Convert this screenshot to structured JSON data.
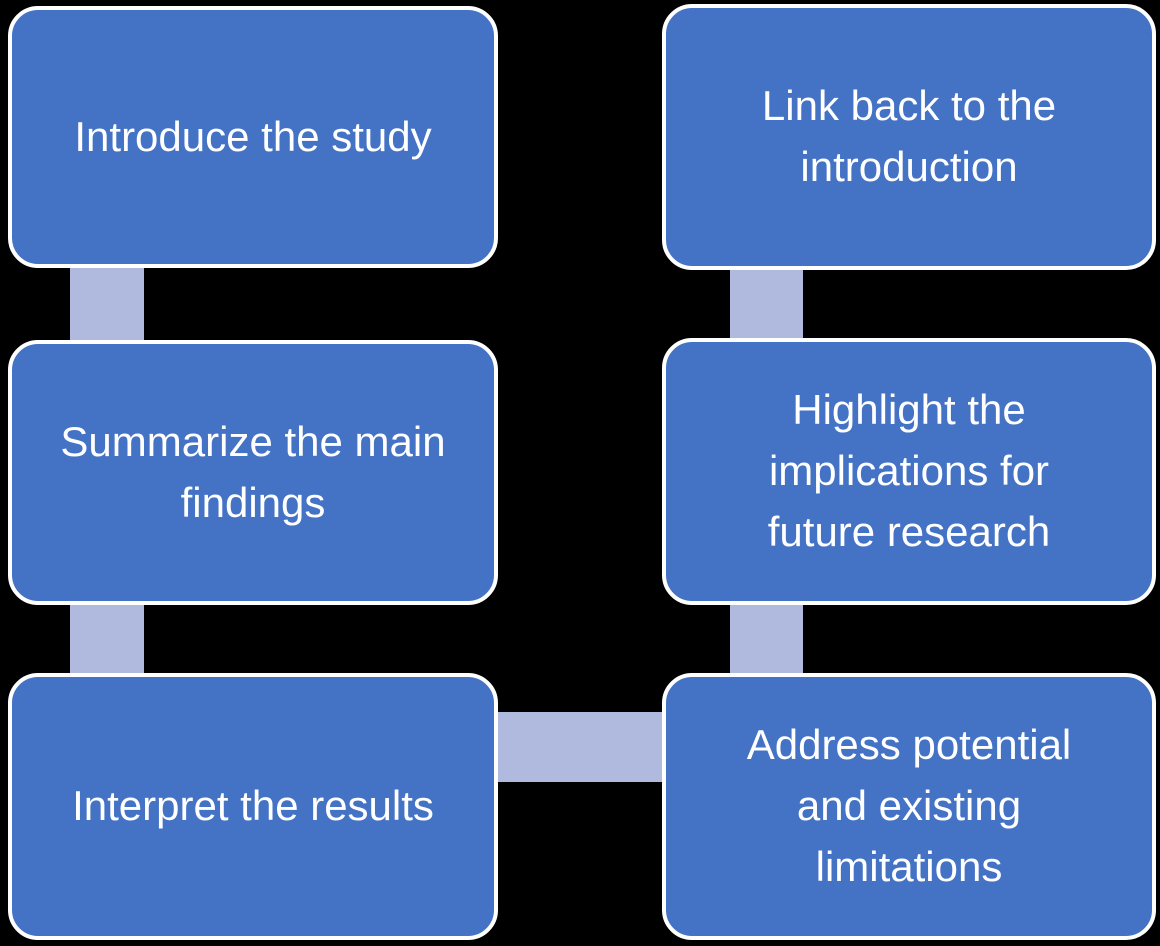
{
  "diagram": {
    "type": "flowchart",
    "background_color": "#000000",
    "box_fill_color": "#4472C4",
    "box_border_color": "#FFFFFF",
    "connector_color": "#AFBADE",
    "text_color": "#FFFFFF",
    "steps": [
      {
        "id": "introduce-the-study",
        "label": "Introduce the study"
      },
      {
        "id": "summarize-main-findings",
        "label": "Summarize the main\nfindings"
      },
      {
        "id": "interpret-results",
        "label": "Interpret the results"
      },
      {
        "id": "address-limitations",
        "label": "Address potential\nand existing\nlimitations"
      },
      {
        "id": "highlight-implications",
        "label": "Highlight the\nimplications for\nfuture research"
      },
      {
        "id": "link-back-introduction",
        "label": "Link back to the\nintroduction"
      }
    ],
    "connections": [
      {
        "from": "introduce-the-study",
        "to": "summarize-main-findings",
        "direction": "down"
      },
      {
        "from": "summarize-main-findings",
        "to": "interpret-results",
        "direction": "down"
      },
      {
        "from": "interpret-results",
        "to": "address-limitations",
        "direction": "right"
      },
      {
        "from": "address-limitations",
        "to": "highlight-implications",
        "direction": "up"
      },
      {
        "from": "highlight-implications",
        "to": "link-back-introduction",
        "direction": "up"
      }
    ]
  }
}
